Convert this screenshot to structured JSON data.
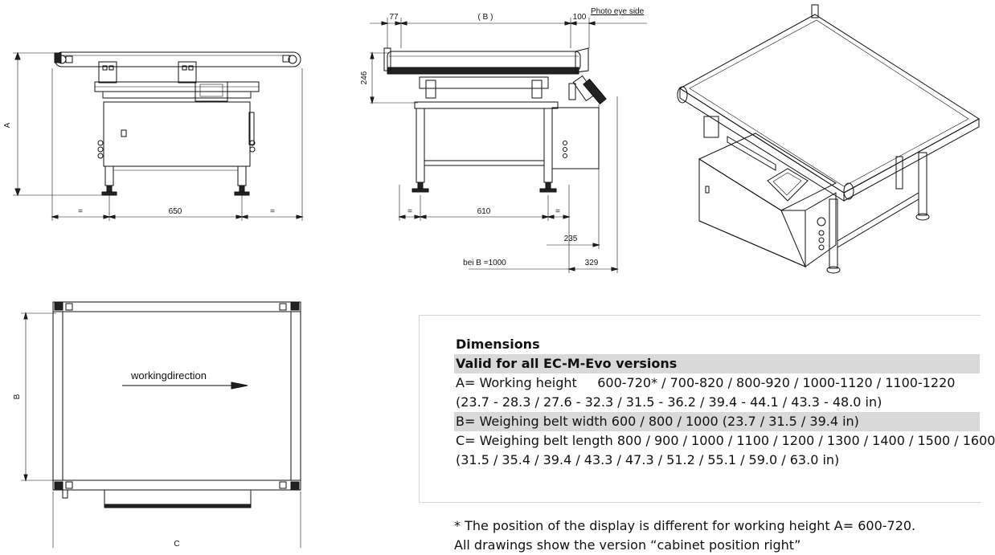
{
  "front_view": {
    "dim_height_label": "A",
    "dim_width_eq_left": "=",
    "dim_width_value": "650",
    "dim_width_eq_right": "="
  },
  "side_view": {
    "dim_top_left": "77",
    "dim_top_center": "( B )",
    "dim_top_right": "100",
    "photo_eye_label": "Photo eye side",
    "dim_height_value": "246",
    "dim_bottom_eq_left": "=",
    "dim_bottom_value": "610",
    "dim_bottom_eq_right": "=",
    "dim_235": "235",
    "note_b1000": "bei B =1000",
    "dim_329": "329"
  },
  "top_view": {
    "dim_b_label": "B",
    "direction_label": "workingdirection",
    "dim_c_label": "C"
  },
  "dimensions": {
    "title": "Dimensions",
    "subtitle": "Valid for all EC-M-Evo versions",
    "lines": [
      "A= Working height     600-720* / 700-820 / 800-920 / 1000-1120 / 1100-1220",
      "(23.7 - 28.3 / 27.6 - 32.3 / 31.5 - 36.2 / 39.4 - 44.1 / 43.3 - 48.0 in)",
      "B= Weighing belt width 600 / 800 / 1000 (23.7 / 31.5 / 39.4 in)",
      "C= Weighing belt length 800 / 900 / 1000 / 1100 / 1200 / 1300 / 1400 / 1500 / 1600",
      "(31.5 / 35.4 / 39.4 / 43.3 / 47.3 / 51.2 / 55.1 / 59.0 / 63.0 in)"
    ],
    "note1": "* The position of the display is different for working height A= 600-720.",
    "note2": "All drawings show the version “cabinet position right”"
  }
}
